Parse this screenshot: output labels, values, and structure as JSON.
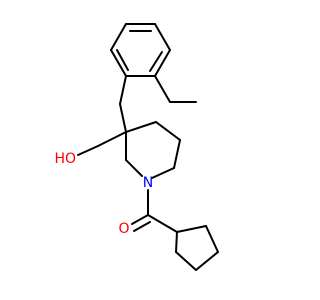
{
  "structure": {
    "atoms": {
      "N": "N",
      "O_carbonyl": "O",
      "OH": "HO"
    },
    "colors": {
      "bond": "#000000",
      "nitrogen": "#0000ff",
      "oxygen": "#ff0000",
      "background": "#ffffff"
    }
  }
}
